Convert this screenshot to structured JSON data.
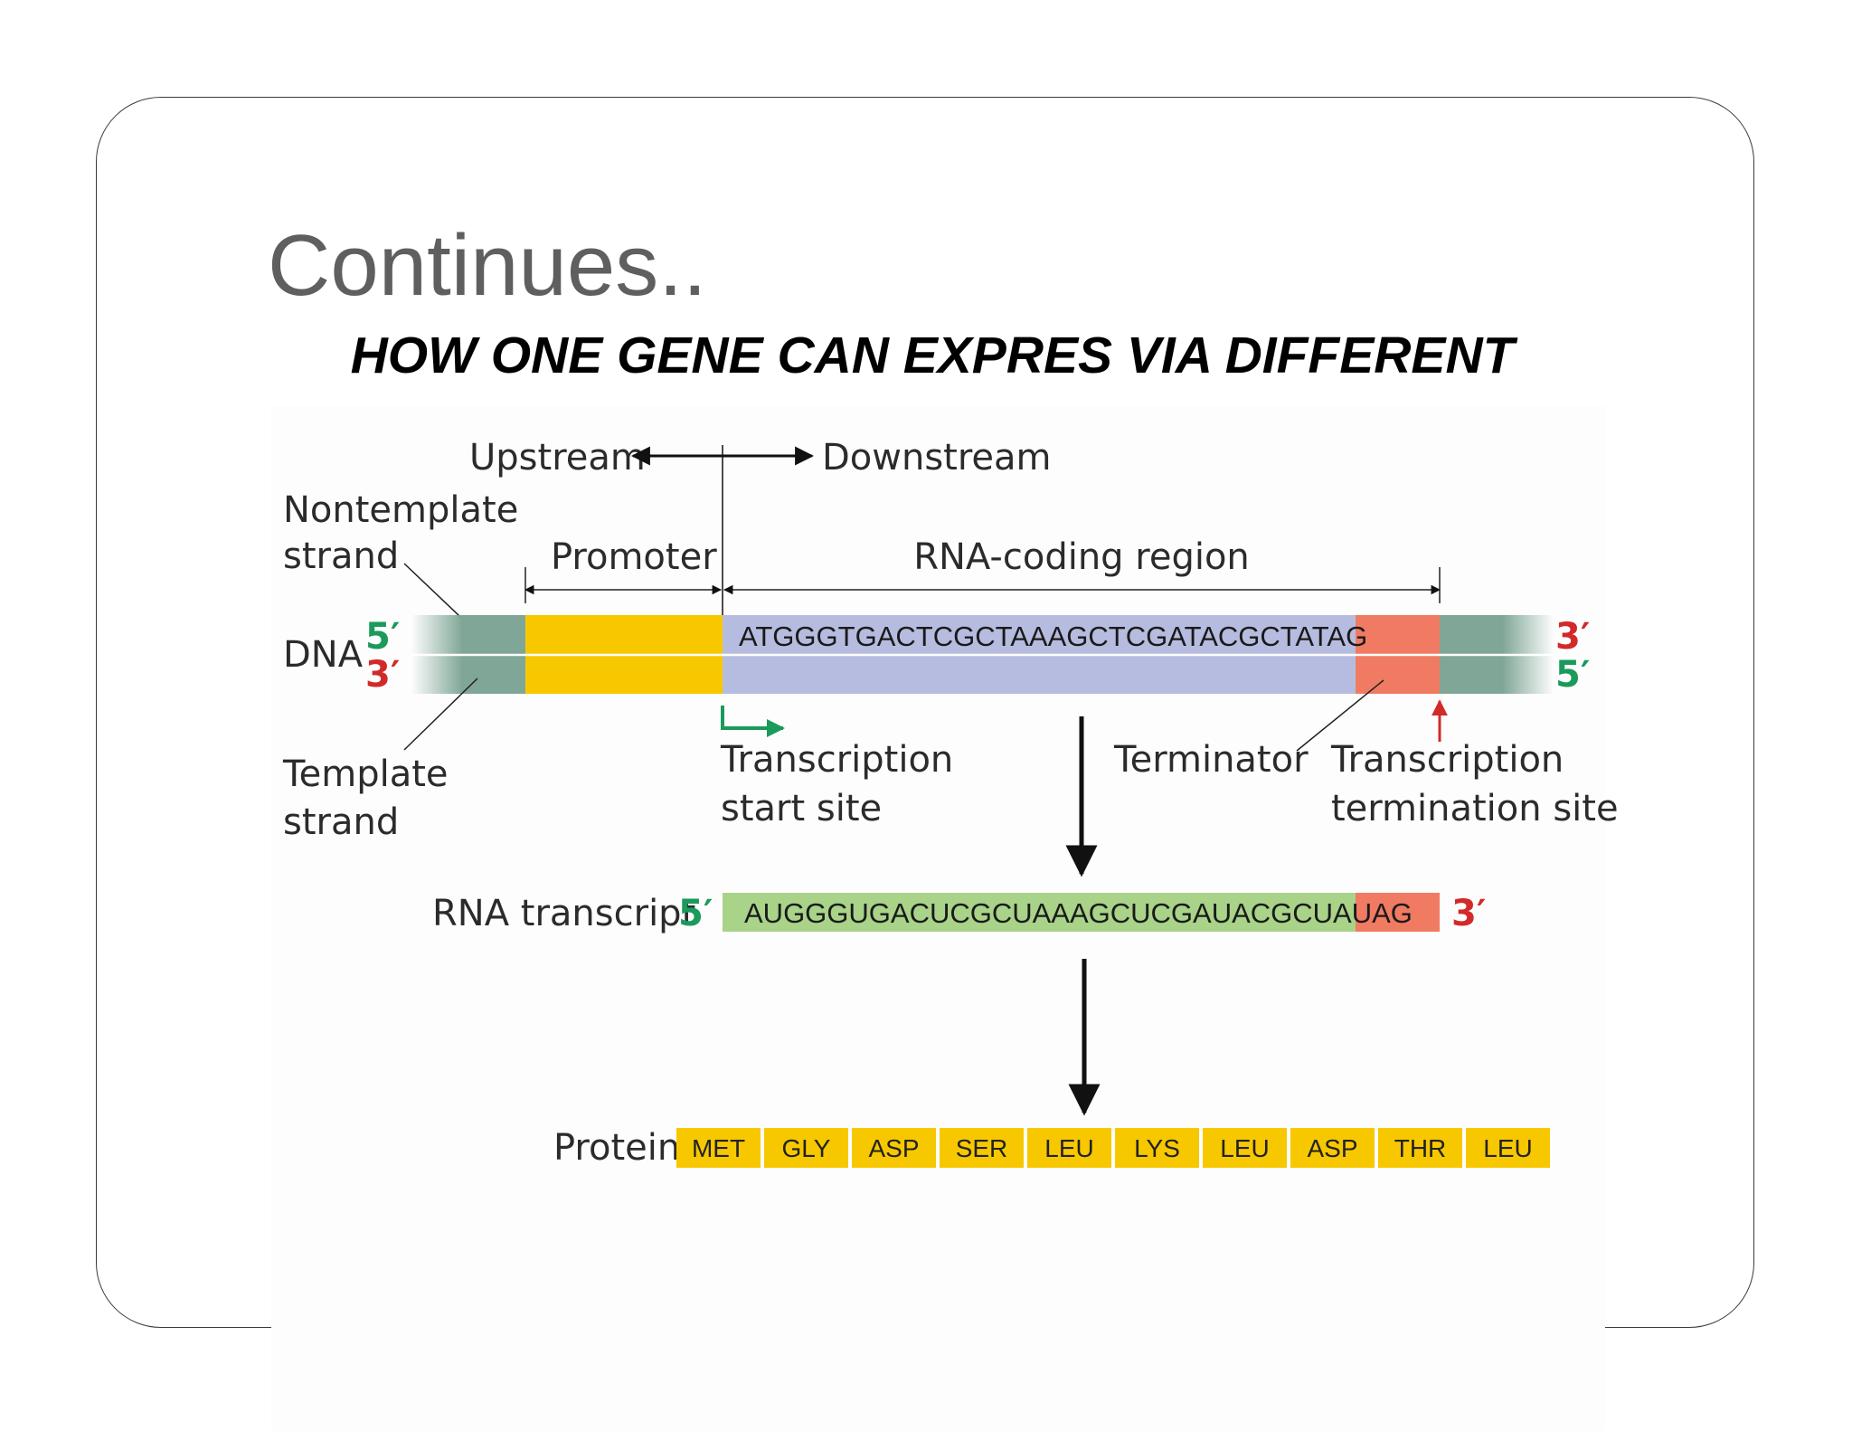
{
  "slide": {
    "title": "Continues..",
    "subtitle": "HOW ONE GENE CAN EXPRES VIA DIFFERENT MOLECULES…?"
  },
  "diagram": {
    "upstream_label": "Upstream",
    "downstream_label": "Downstream",
    "nontemplate_label_line1": "Nontemplate",
    "nontemplate_label_line2": "strand",
    "template_label_line1": "Template",
    "template_label_line2": "strand",
    "promoter_label": "Promoter",
    "coding_region_label": "RNA-coding region",
    "dna_label": "DNA",
    "prime_5": "5′",
    "prime_3": "3′",
    "dna_sequence": "ATGGGTGACTCGCTAAAGCTCGATACGCTATAG",
    "start_site_line1": "Transcription",
    "start_site_line2": "start site",
    "terminator_label": "Terminator",
    "termination_line1": "Transcription",
    "termination_line2": "termination site",
    "rna_label": "RNA transcript",
    "rna_sequence": "AUGGGUGACUCGCUAAAGCUCGAUACGCUAUAG",
    "protein_label": "Protein",
    "amino_acids": [
      "MET",
      "GLY",
      "ASP",
      "SER",
      "LEU",
      "LYS",
      "LEU",
      "ASP",
      "THR",
      "LEU"
    ],
    "colors": {
      "strand_flank": "#7fa696",
      "promoter": "#f7c800",
      "coding": "#b6bcdf",
      "terminator": "#f07b62",
      "rna": "#a8d388",
      "protein": "#f7c800",
      "prime_green": "#1a9a5b",
      "prime_red": "#d22a2a"
    }
  }
}
